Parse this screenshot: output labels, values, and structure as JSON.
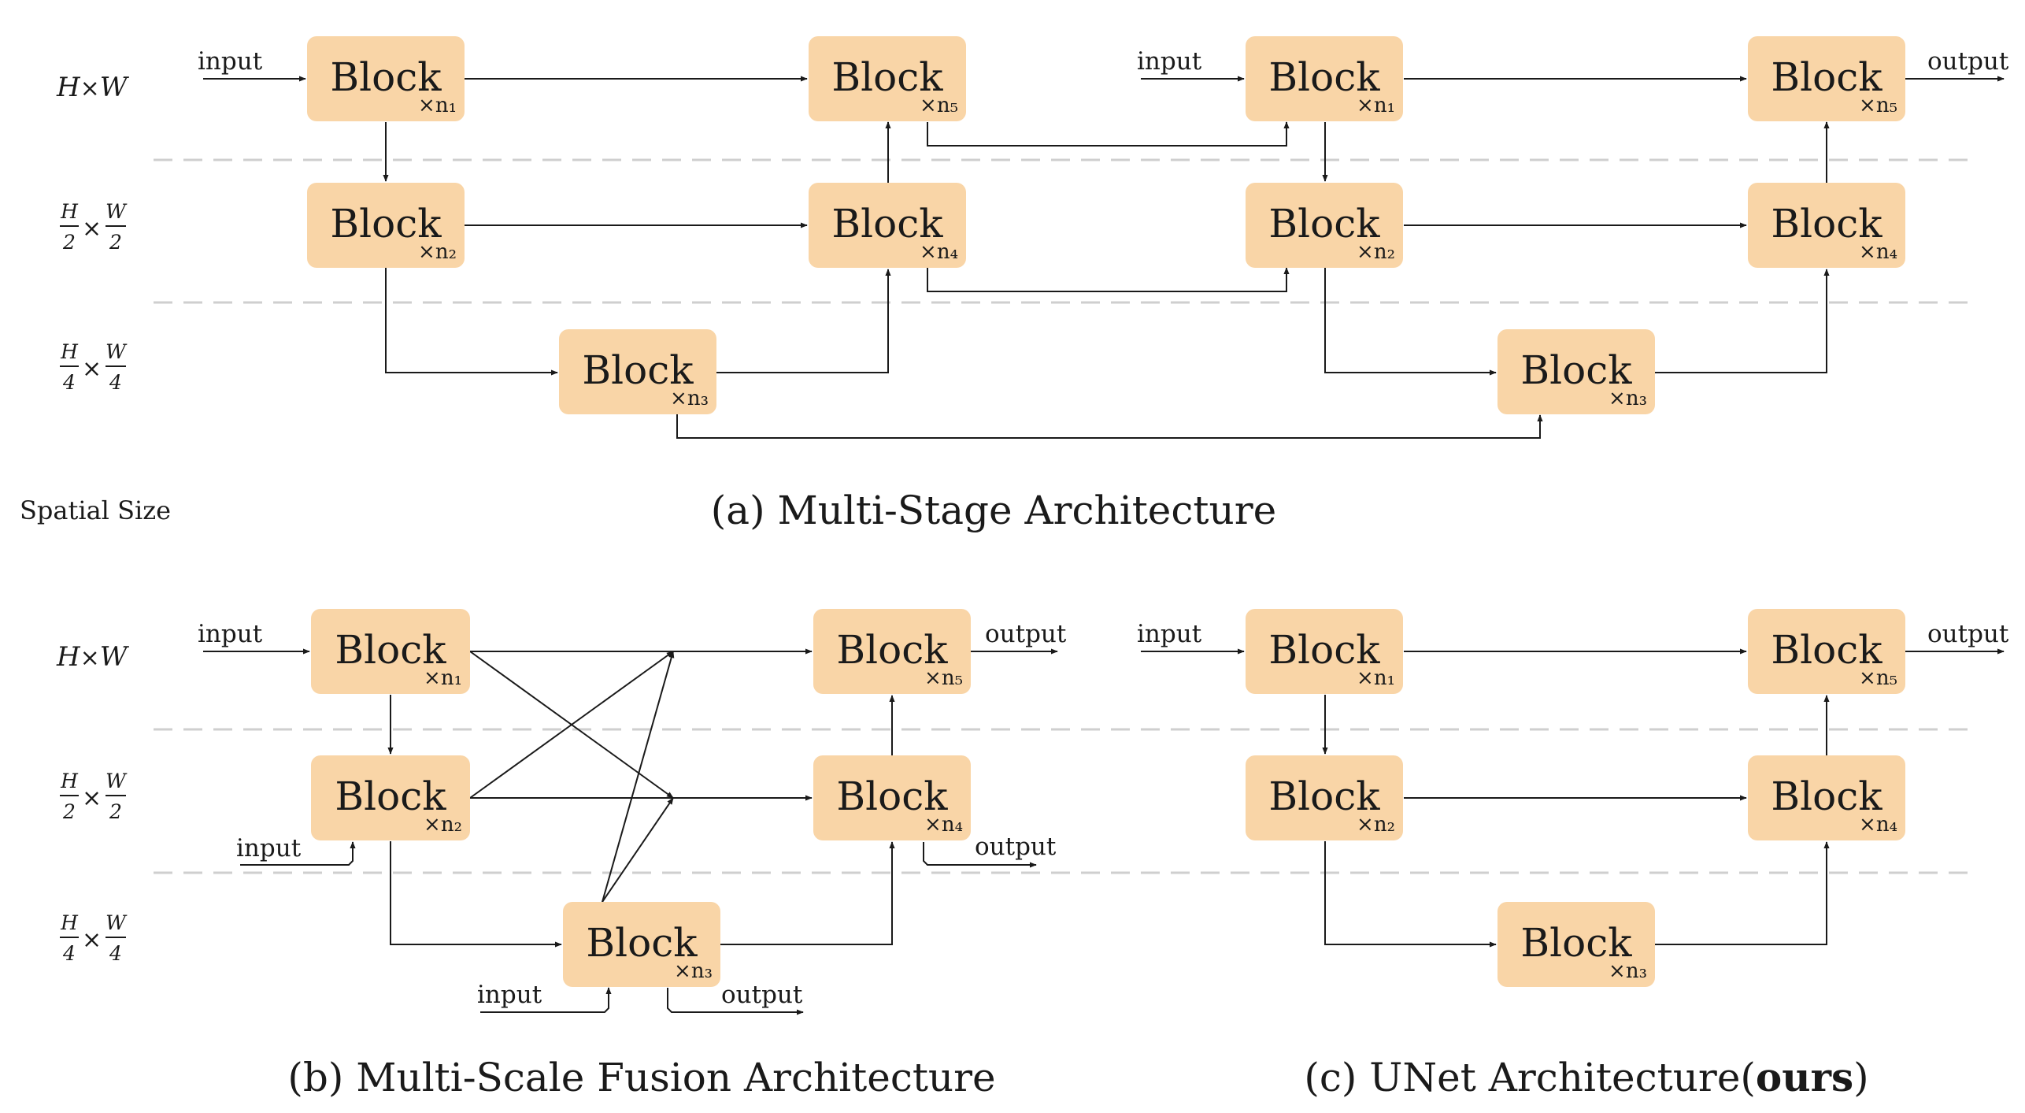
{
  "block_label": "Block",
  "multipliers": {
    "n1": "×n₁",
    "n2": "×n₂",
    "n3": "×n₃",
    "n4": "×n₄",
    "n5": "×n₅"
  },
  "io": {
    "input": "input",
    "output": "output"
  },
  "spatial_sizes": {
    "full": {
      "h": "H",
      "times": "×",
      "w": "W"
    },
    "half": {
      "h": "H",
      "w": "W",
      "den": "2",
      "times": "×"
    },
    "quarter": {
      "h": "H",
      "w": "W",
      "den": "4",
      "times": "×"
    }
  },
  "spatial_label": "Spatial Size",
  "captions": {
    "a": "(a) Multi-Stage Architecture",
    "b": "(b) Multi-Scale Fusion Architecture",
    "c_prefix": "(c) UNet Architecture(",
    "c_bold": "ours",
    "c_suffix": ")"
  },
  "colors": {
    "block_fill": "#f9d5a7",
    "divider": "#cfcfcf",
    "line": "#1a1a1a"
  }
}
